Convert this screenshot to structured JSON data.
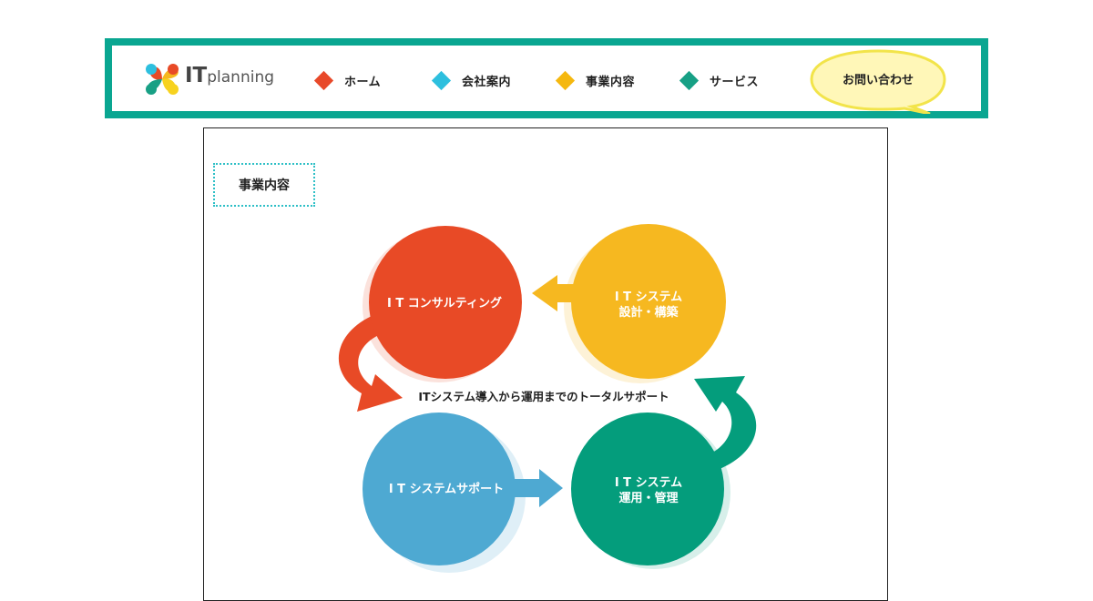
{
  "header": {
    "logo": {
      "it": "IT",
      "planning": "planning"
    },
    "nav": [
      {
        "label": "ホーム",
        "color": "#e8492a"
      },
      {
        "label": "会社案内",
        "color": "#2dbfde"
      },
      {
        "label": "事業内容",
        "color": "#f5b80f"
      },
      {
        "label": "サービス",
        "color": "#17a085"
      }
    ],
    "contact_label": "お問い合わせ"
  },
  "main": {
    "section_title": "事業内容",
    "diagram": {
      "center_text": "ITシステム導入から運用までのトータルサポート",
      "circles": [
        {
          "lines": [
            "I T コンサルティング"
          ],
          "color": "#e84a26"
        },
        {
          "lines": [
            "I T システム",
            "設計・構築"
          ],
          "color": "#f6b820"
        },
        {
          "lines": [
            "I T システムサポート"
          ],
          "color": "#4ea9d2"
        },
        {
          "lines": [
            "I T システム",
            "運用・管理"
          ],
          "color": "#049d7c"
        }
      ]
    }
  },
  "colors": {
    "frame": "#0aa691",
    "contact_fill": "#fff7b8",
    "contact_border": "#f2e44a",
    "title_border": "#2dbfc6"
  }
}
